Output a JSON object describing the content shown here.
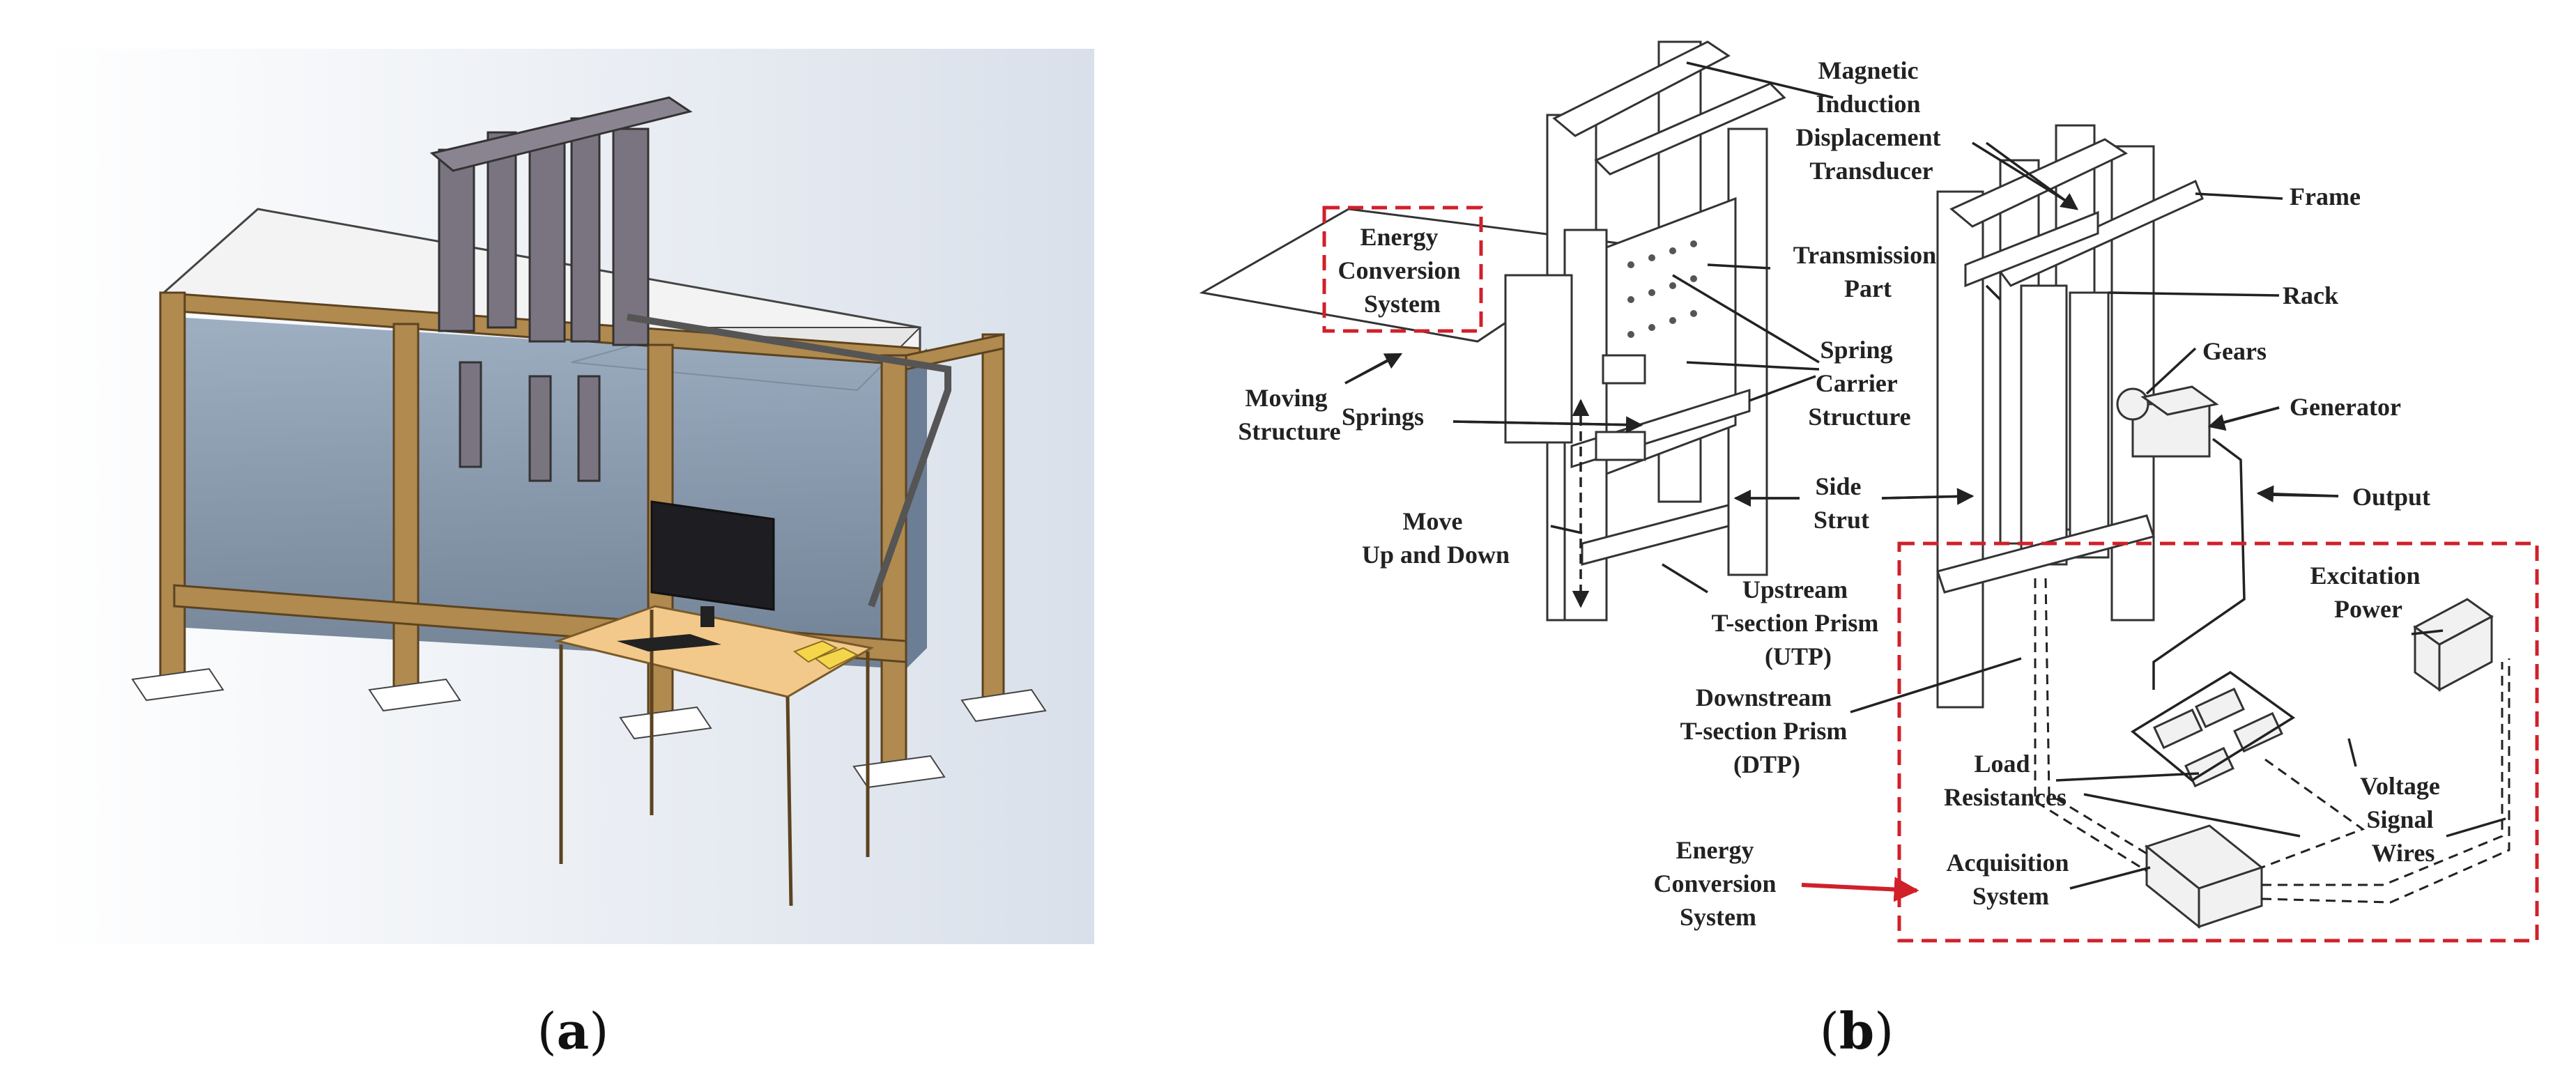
{
  "panel_a": {
    "caption_open": "(",
    "caption_letter": "a",
    "caption_close": ")"
  },
  "panel_b": {
    "caption_open": "(",
    "caption_letter": "b",
    "caption_close": ")",
    "labels": {
      "magnetic": [
        "Magnetic",
        "Induction",
        "Displacement",
        "Transducer"
      ],
      "frame": "Frame",
      "energy_box": [
        "Energy",
        "Conversion",
        "System"
      ],
      "transmission": [
        "Transmission",
        "Part"
      ],
      "rack": "Rack",
      "spring_carrier": [
        "Spring",
        "Carrier",
        "Structure"
      ],
      "gears": "Gears",
      "moving_structure": [
        "Moving",
        "Structure"
      ],
      "springs": "Springs",
      "generator": "Generator",
      "side_strut": [
        "Side",
        "Strut"
      ],
      "output": "Output",
      "move": [
        "Move",
        "Up and Down"
      ],
      "utp": [
        "Upstream",
        "T-section Prism",
        "(UTP)"
      ],
      "excitation": [
        "Excitation",
        "Power"
      ],
      "dtp": [
        "Downstream",
        "T-section Prism",
        "(DTP)"
      ],
      "load": [
        "Load",
        "Resistances"
      ],
      "voltage": [
        "Voltage",
        "Signal",
        "Wires"
      ],
      "energy_bottom": [
        "Energy",
        "Conversion",
        "System"
      ],
      "acquisition": [
        "Acquisition",
        "System"
      ]
    }
  },
  "colors": {
    "accent_red": "#d0202a",
    "frame_wood": "#b08a4e",
    "sky_gradient": "#dfe5ee"
  }
}
